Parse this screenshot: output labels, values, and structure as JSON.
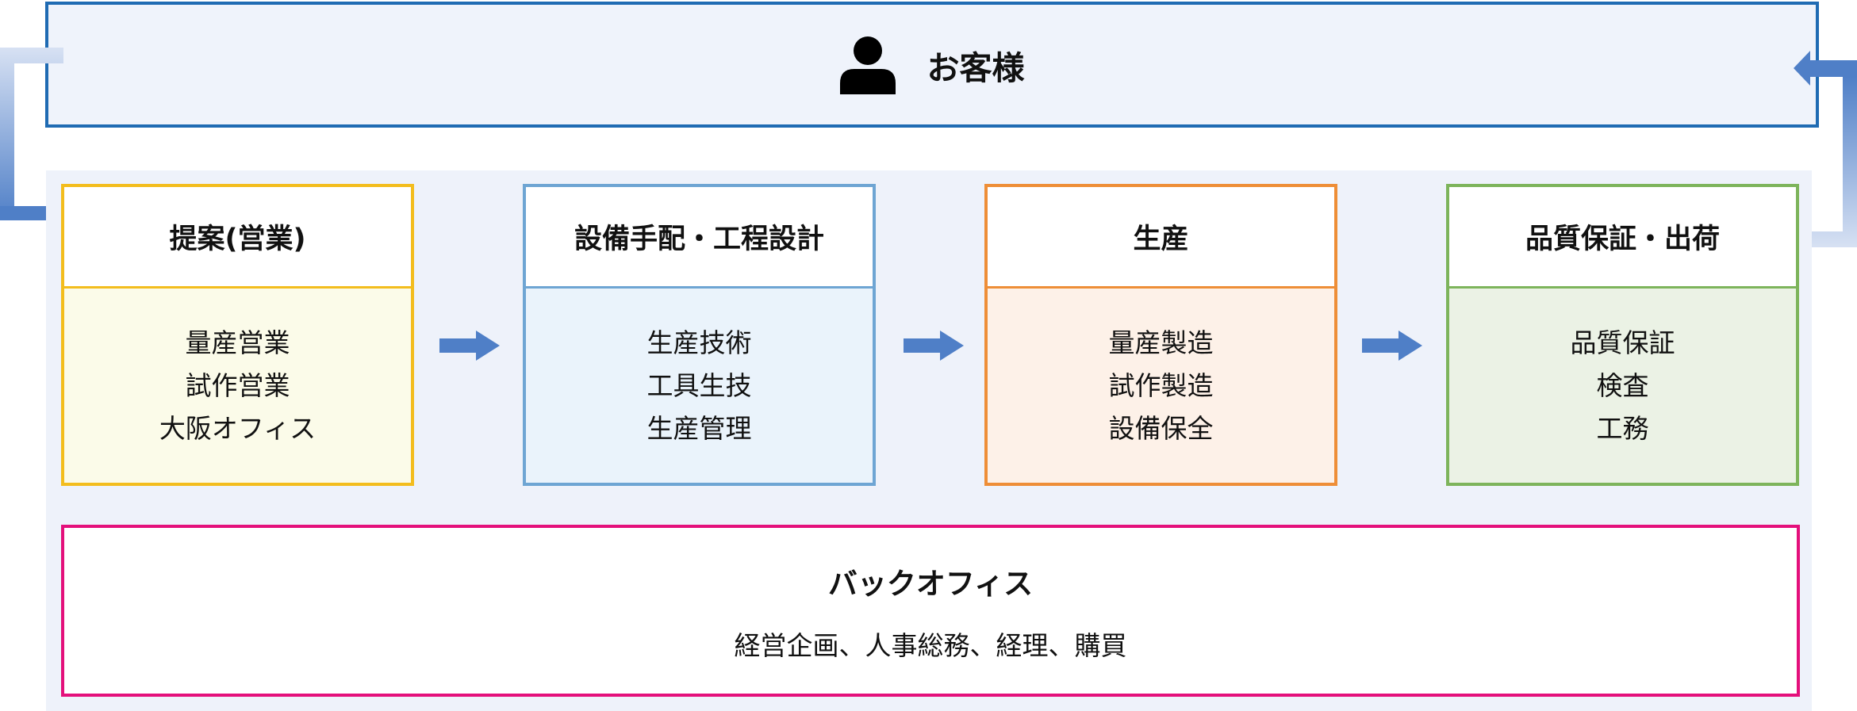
{
  "customer": {
    "label": "お客様",
    "icon": "person-icon"
  },
  "steps": [
    {
      "title": "提案(営業)",
      "items": [
        "量産営業",
        "試作営業",
        "大阪オフィス"
      ],
      "border": "#f3bd1d",
      "fill": "#fbfbe9"
    },
    {
      "title": "設備手配・工程設計",
      "items": [
        "生産技術",
        "工具生技",
        "生産管理"
      ],
      "border": "#6ea5d3",
      "fill": "#eaf3fb"
    },
    {
      "title": "生産",
      "items": [
        "量産製造",
        "試作製造",
        "設備保全"
      ],
      "border": "#ee8e37",
      "fill": "#fdf1e8"
    },
    {
      "title": "品質保証・出荷",
      "items": [
        "品質保証",
        "検査",
        "工務"
      ],
      "border": "#7db45b",
      "fill": "#ebf2e5"
    }
  ],
  "back_office": {
    "title": "バックオフィス",
    "body": "経営企画、人事総務、経理、購買"
  },
  "colors": {
    "arrow": "#4f7fc7",
    "customer_border": "#1f6bb3",
    "back_office_border": "#e4107b"
  }
}
